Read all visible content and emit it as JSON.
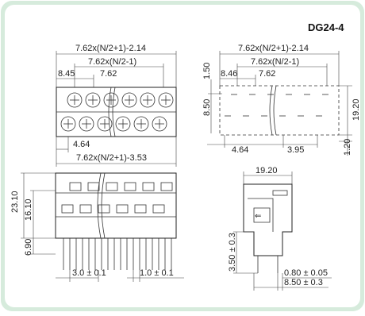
{
  "model": "DG24-4",
  "colors": {
    "background": "#d6ebdc",
    "panel": "#ffffff",
    "ink": "#222222"
  },
  "top_left": {
    "dim_outer": "7.62x(N/2+1)-2.14",
    "dim_mid": "7.62x(N/2-1)",
    "dim_a": "8.45",
    "dim_b": "7.62",
    "dim_c": "4.64",
    "dim_bottom": "7.62x(N/2+1)-3.53"
  },
  "top_right": {
    "dim_outer": "7.62x(N/2+1)-2.14",
    "dim_mid": "7.62x(N/2-1)",
    "dim_a": "8.46",
    "dim_b": "7.62",
    "dim_h1": "1.50",
    "dim_h2": "8.50",
    "dim_side": "19.20",
    "dim_c": "4.64",
    "dim_d": "3.95",
    "dim_e": "1.20"
  },
  "front": {
    "dim_h_total": "23.10",
    "dim_h_mid": "16.10",
    "dim_h_pin": "6.90",
    "dim_pitch_a": "3.0 ± 0.1",
    "dim_pitch_b": "1.0 ± 0.1"
  },
  "side": {
    "dim_width": "19.20",
    "dim_pin_len": "3.50 ± 0.3",
    "dim_pin_w": "0.80 ± 0.05",
    "dim_depth": "8.50 ± 0.3"
  }
}
